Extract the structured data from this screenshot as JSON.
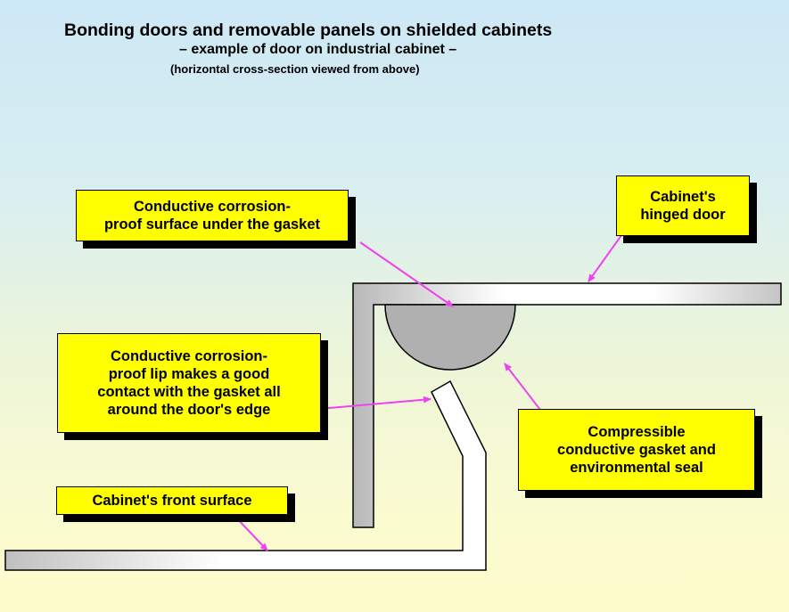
{
  "title": {
    "main": "Bonding doors and removable panels on shielded cabinets",
    "sub": "– example of door on industrial cabinet –",
    "note": "(horizontal cross-section viewed from above)"
  },
  "callouts": {
    "surface_under_gasket": [
      "Conductive corrosion-",
      "proof surface under the gasket"
    ],
    "hinged_door": [
      "Cabinet's",
      "hinged door"
    ],
    "lip": [
      "Conductive corrosion-",
      "proof lip makes a good",
      "contact with the gasket all",
      "around the door's edge"
    ],
    "gasket": [
      "Compressible",
      "conductive gasket and",
      "environmental seal"
    ],
    "front_surface": [
      "Cabinet's front surface"
    ]
  },
  "colors": {
    "callout_fill": "#ffff00",
    "arrow": "#ee44ee",
    "gasket": "#b0b0b0",
    "metal": "#c8c8c8"
  }
}
